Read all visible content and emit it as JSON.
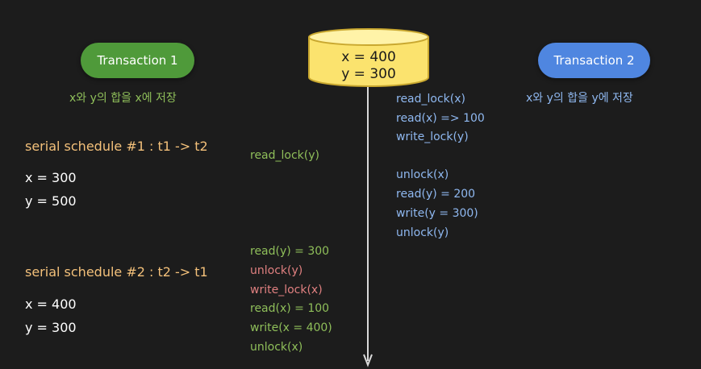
{
  "database": {
    "x_line": "x = 400",
    "y_line": "y = 300"
  },
  "transaction1": {
    "label": "Transaction 1",
    "description": "x와 y의 합을 x에 저장"
  },
  "transaction2": {
    "label": "Transaction 2",
    "description": "x와 y의 합을 y에 저장"
  },
  "schedule1": {
    "title": "serial schedule #1 : t1 -> t2",
    "x": "x = 300",
    "y": "y = 500"
  },
  "schedule2": {
    "title": "serial schedule #2 : t2 -> t1",
    "x": "x = 400",
    "y": "y = 300"
  },
  "t1_ops": {
    "read_lock": "read_lock(y)",
    "read_y": "read(y) = 300",
    "unlock_y": "unlock(y)",
    "write_lock_x": "write_lock(x)",
    "read_x": "read(x) = 100",
    "write_x": "write(x = 400)",
    "unlock_x": "unlock(x)"
  },
  "t2_ops": {
    "read_lock_x": "read_lock(x)",
    "read_x": "read(x) => 100",
    "write_lock_y": "write_lock(y)",
    "unlock_x": "unlock(x)",
    "read_y": "read(y) = 200",
    "write_y": "write(y = 300)",
    "unlock_y": "unlock(y)"
  },
  "colors": {
    "background": "#1c1c1c",
    "t1_green": "#4f9a3a",
    "t2_blue": "#4f86e0",
    "t1_text": "#8fbf5a",
    "t2_text": "#8fb8f0",
    "unlock_red": "#e08080",
    "schedule_orange": "#f3c07a",
    "db_yellow": "#fbe36e"
  }
}
